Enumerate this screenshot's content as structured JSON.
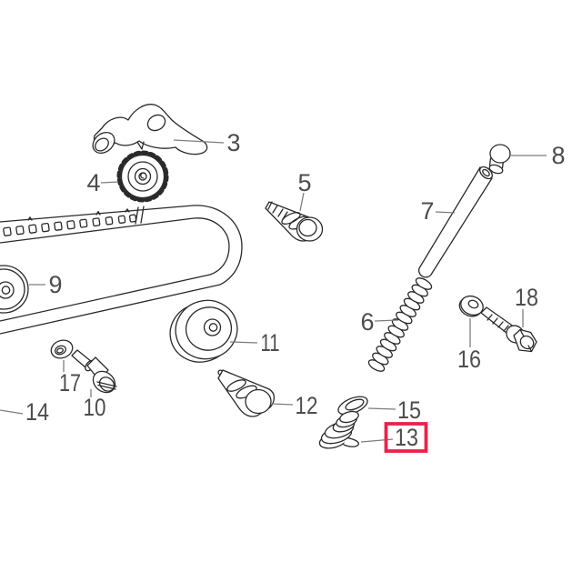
{
  "figure": {
    "background": "#ffffff",
    "line_color": "#2a2a2a",
    "leader_color": "#7d7d7d",
    "label_color": "#4d4d4d",
    "highlight_color": "#e9224c",
    "highlighted_part": "13"
  },
  "callouts": {
    "c3": "3",
    "c4": "4",
    "c5": "5",
    "c6": "6",
    "c7": "7",
    "c8": "8",
    "c9": "9",
    "c10": "10",
    "c11": "11",
    "c12": "12",
    "c13": "13",
    "c14": "14",
    "c15": "15",
    "c16": "16",
    "c17": "17",
    "c18": "18"
  }
}
